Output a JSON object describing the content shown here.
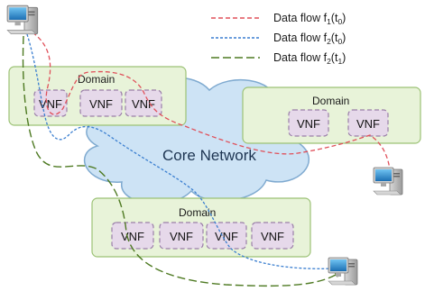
{
  "legend": [
    {
      "prefix": "Data flow f",
      "sub1": "1",
      "mid": "(t",
      "sub2": "0",
      "end": ")",
      "color": "#e0505a"
    },
    {
      "prefix": "Data flow f",
      "sub1": "2",
      "mid": "(t",
      "sub2": "0",
      "end": ")",
      "color": "#3b7fd0"
    },
    {
      "prefix": "Data flow f",
      "sub1": "2",
      "mid": "(t",
      "sub2": "1",
      "end": ")",
      "color": "#4e7a22"
    }
  ],
  "core_network_label": "Core Network",
  "domains": [
    {
      "label": "Domain",
      "vnfs": [
        "VNF",
        "VNF",
        "VNF"
      ]
    },
    {
      "label": "Domain",
      "vnfs": [
        "VNF",
        "VNF"
      ]
    },
    {
      "label": "Domain",
      "vnfs": [
        "VNF",
        "VNF",
        "VNF",
        "VNF"
      ]
    }
  ],
  "colors": {
    "domain_fill": "#e8f3d9",
    "domain_stroke": "#9cc276",
    "vnf_fill": "#e6d9ea",
    "vnf_stroke": "#9a7fa8",
    "cloud_fill": "#cde3f5",
    "cloud_stroke": "#7faad0"
  },
  "icons": [
    "desktop-computer-icon",
    "desktop-computer-icon",
    "desktop-computer-icon"
  ]
}
